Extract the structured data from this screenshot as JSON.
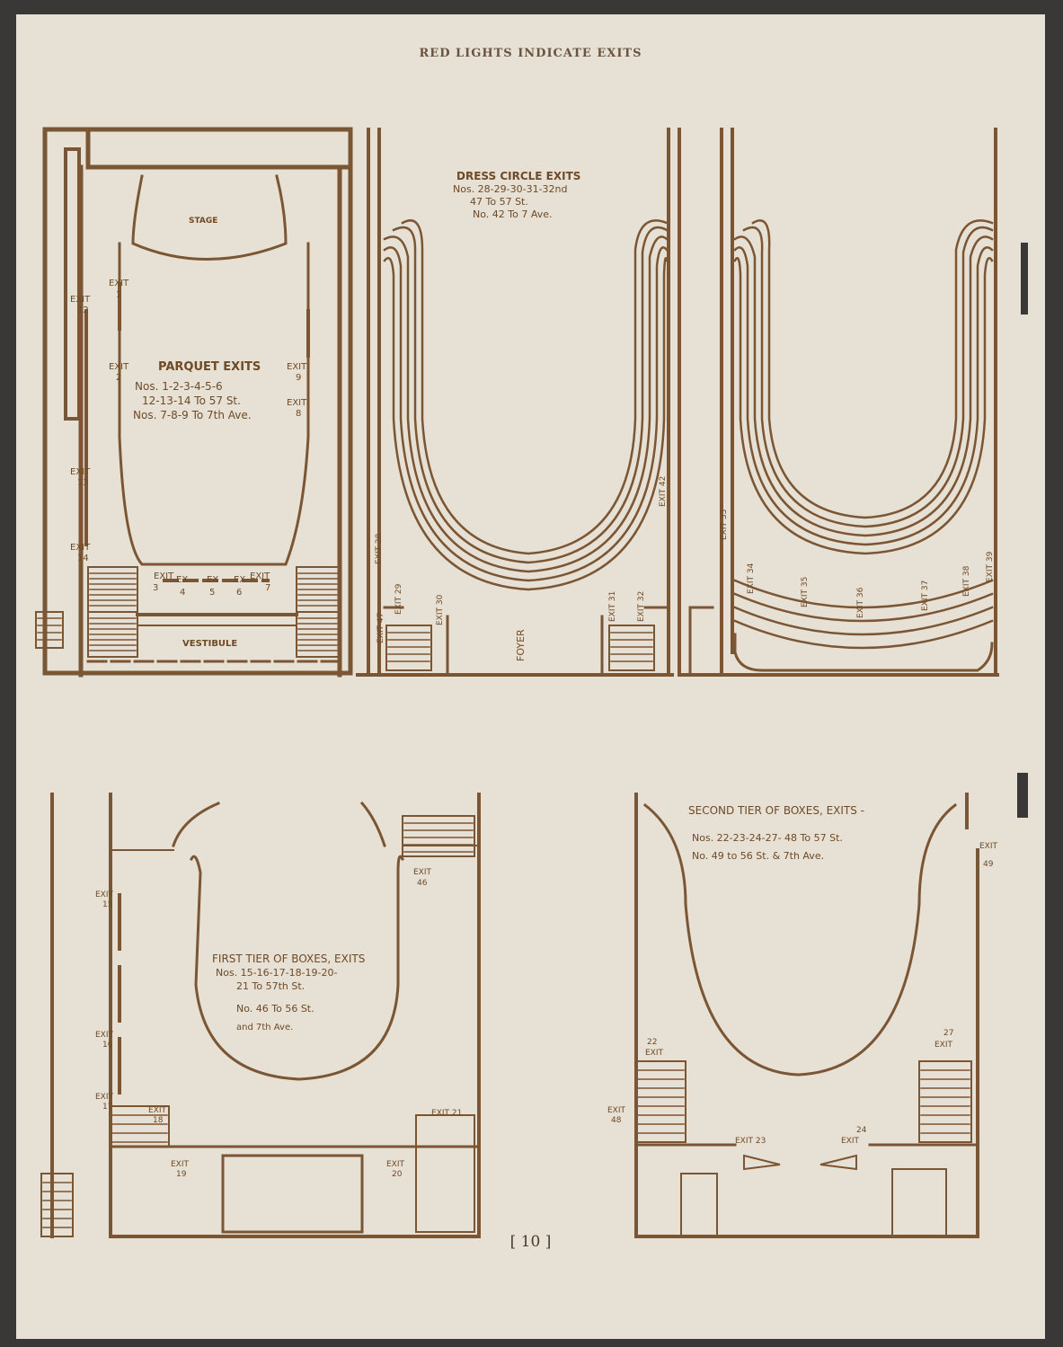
{
  "header": "RED LIGHTS INDICATE EXITS",
  "page_number": "[ 10 ]",
  "parquet": {
    "stage": "STAGE",
    "vestibule": "VESTIBULE",
    "title": "PARQUET EXITS",
    "line1": "Nos. 1-2-3-4-5-6",
    "line2": "12-13-14 To 57 St.",
    "line3": "Nos. 7-8-9 To 7th Ave.",
    "exit_word": "EXIT",
    "ex_word": "EX",
    "exits": [
      "1",
      "2",
      "3",
      "4",
      "5",
      "6",
      "7",
      "8",
      "9",
      "12",
      "13",
      "14"
    ]
  },
  "dress_circle": {
    "title": "DRESS CIRCLE EXITS",
    "line1": "Nos. 28-29-30-31-32nd",
    "line2": "47 To 57 St.",
    "line3": "No. 42 To 7 Ave.",
    "foyer": "FOYER",
    "exits_left": [
      "28",
      "47",
      "29",
      "30",
      "31",
      "32",
      "42"
    ],
    "exits_right": [
      "33",
      "34",
      "35",
      "36",
      "37",
      "38",
      "39"
    ]
  },
  "first_tier": {
    "title": "FIRST TIER OF BOXES, EXITS",
    "line1": "Nos. 15-16-17-18-19-20-",
    "line2": "21 To 57th St.",
    "line3": "No. 46 To 56 St.",
    "line4": "and 7th Ave.",
    "exits": [
      "15",
      "16",
      "17",
      "18",
      "19",
      "20",
      "21",
      "46"
    ]
  },
  "second_tier": {
    "title": "SECOND TIER OF BOXES, EXITS -",
    "line1": "Nos. 22-23-24-27- 48 To 57 St.",
    "line2": "No. 49 to 56 St. & 7th Ave.",
    "exits": [
      "22",
      "23",
      "24",
      "27",
      "48",
      "49"
    ]
  },
  "colors": {
    "ink": "#7a5634",
    "paper": "#e7e0d4",
    "border": "#3a3836"
  }
}
